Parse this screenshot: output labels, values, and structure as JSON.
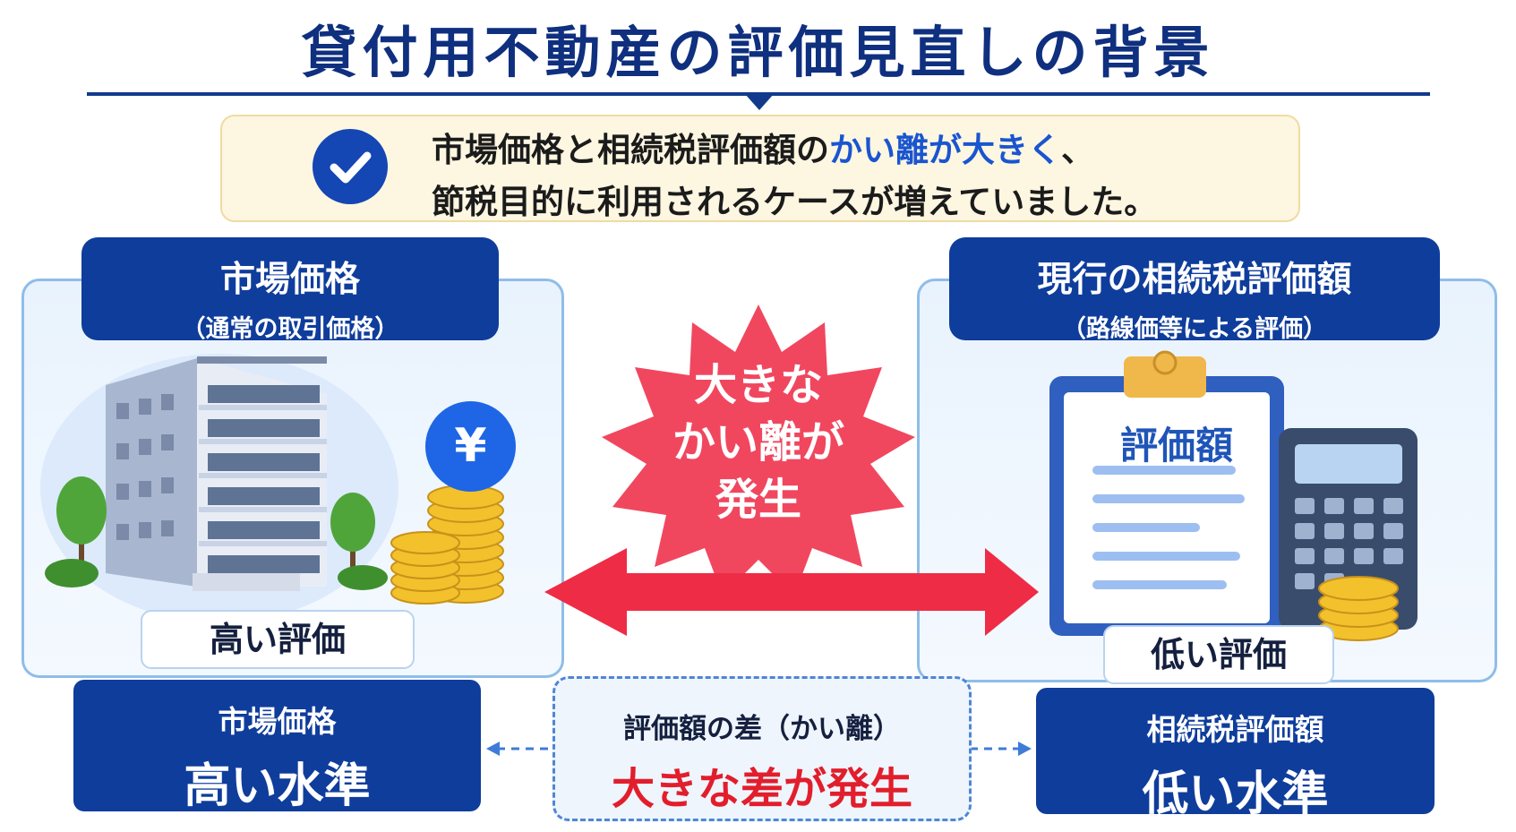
{
  "title": "貸付用不動産の評価見直しの背景",
  "summary": {
    "line1_prefix": "市場価格と相続税評価額の",
    "line1_highlight": "かい離が大きく",
    "line1_suffix": "、",
    "line2": "節税目的に利用されるケースが増えていました。",
    "icon": "check-circle-icon"
  },
  "left_panel": {
    "title": "市場価格",
    "subtitle": "（通常の取引価格）",
    "badge": "高い評価",
    "icons": [
      "apartment-building-icon",
      "yen-icon",
      "coin-stack-icon",
      "tree-icon"
    ],
    "yen_symbol": "¥"
  },
  "right_panel": {
    "title": "現行の相続税評価額",
    "subtitle": "（路線価等による評価）",
    "badge": "低い評価",
    "clipboard_title": "評価額",
    "icons": [
      "clipboard-icon",
      "calculator-icon",
      "coin-stack-icon"
    ]
  },
  "center": {
    "burst_line1": "大きな",
    "burst_line2": "かい離が",
    "burst_line3": "発生",
    "icons": [
      "starburst-icon",
      "double-arrow-icon"
    ]
  },
  "bottom": {
    "left_label": "市場価格",
    "left_value": "高い水準",
    "gap_label": "評価額の差（かい離）",
    "gap_value": "大きな差が発生",
    "right_label": "相続税評価額",
    "right_value": "低い水準"
  },
  "colors": {
    "navy": "#0f3d9c",
    "title": "#0f2f7f",
    "accent_red": "#e21e2c",
    "burst_red": "#f0475f",
    "highlight_blue": "#1a55d0",
    "summary_bg": "#fdf6e1",
    "panel_border": "#8fbde9"
  }
}
